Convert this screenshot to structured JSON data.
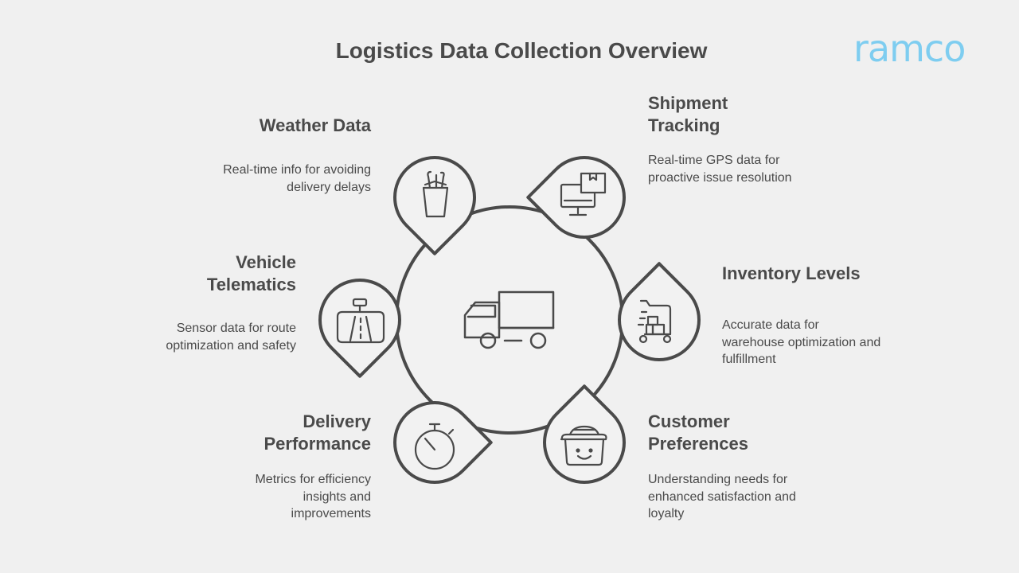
{
  "title": "Logistics Data Collection Overview",
  "logo": "ramco",
  "center": {
    "icon": "truck-icon"
  },
  "items": [
    {
      "heading": "Weather Data",
      "description": "Real-time info for avoiding delivery delays",
      "icon": "umbrella-cup-icon"
    },
    {
      "heading": "Shipment Tracking",
      "description": "Real-time GPS data for proactive issue resolution",
      "icon": "monitor-package-icon"
    },
    {
      "heading": "Vehicle Telematics",
      "description": "Sensor data for route optimization and safety",
      "icon": "dashboard-screen-icon"
    },
    {
      "heading": "Inventory Levels",
      "description": "Accurate data for warehouse optimization and fulfillment",
      "icon": "warehouse-cart-icon"
    },
    {
      "heading": "Delivery Performance",
      "description": "Metrics for efficiency insights and improvements",
      "icon": "stopwatch-icon"
    },
    {
      "heading": "Customer Preferences",
      "description": "Understanding needs for enhanced satisfaction and loyalty",
      "icon": "smiling-basket-icon"
    }
  ],
  "colors": {
    "background": "#f0f0f0",
    "stroke": "#4a4a4a",
    "fill": "#f2f2f2",
    "logo": "#7ecdf0"
  }
}
